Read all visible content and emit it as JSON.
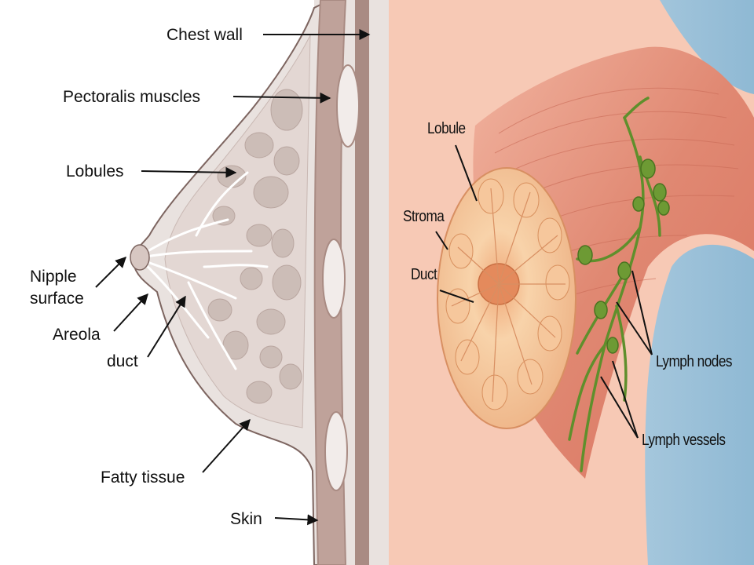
{
  "left_diagram": {
    "labels": {
      "chest_wall": "Chest wall",
      "pectoralis_muscles": "Pectoralis muscles",
      "lobules": "Lobules",
      "nipple_surface_line1": "Nipple",
      "nipple_surface_line2": "surface",
      "areola": "Areola",
      "duct": "duct",
      "fatty_tissue": "Fatty tissue",
      "skin": "Skin"
    }
  },
  "right_diagram": {
    "labels": {
      "lobule": "Lobule",
      "stroma": "Stroma",
      "duct": "Duct",
      "lymph_nodes": "Lymph nodes",
      "lymph_vessels": "Lymph vessels"
    }
  },
  "colors": {
    "left_background": "#e9e2df",
    "tissue": "#e3d7d3",
    "lobule": "#ccbdb7",
    "muscle": "#bfa29a",
    "muscle_band": "#a98b83",
    "skin_outline": "#7d6560",
    "right_muscle": "#e08872",
    "gland": "#f3c69a",
    "lymph": "#5f8f2c",
    "sky": "#9ec5dc"
  }
}
